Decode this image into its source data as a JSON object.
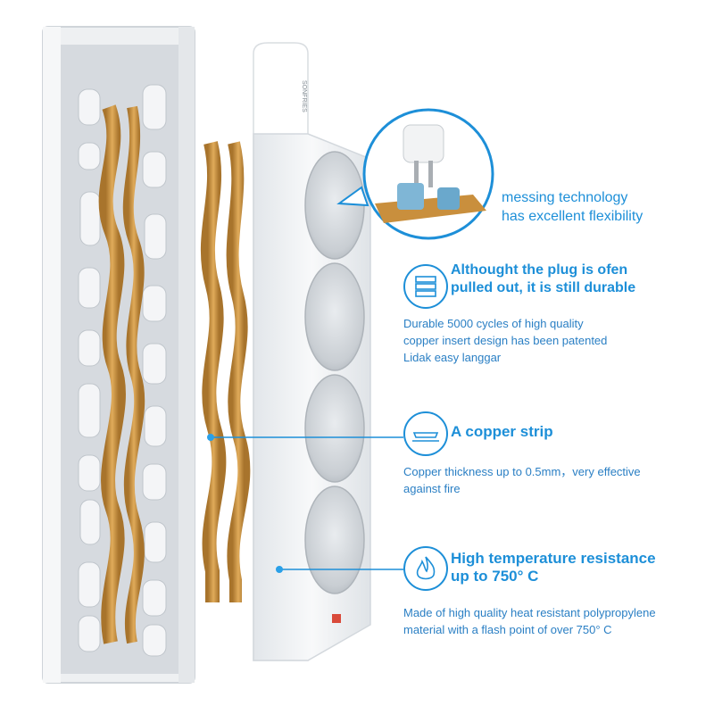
{
  "brand_text": "SONFRIES",
  "accent_color": "#1d8fd8",
  "copper_color": "#c98f3d",
  "features": {
    "messing": {
      "line1": "messing technology",
      "line2": "has excellent flexibility"
    },
    "durable": {
      "icon": "layers-icon",
      "title_line1": "Althought the plug is ofen",
      "title_line2": "pulled out, it is still durable",
      "desc_line1": "Durable 5000 cycles of high quality",
      "desc_line2": "copper insert design has been patented",
      "desc_line3": "Lidak easy langgar"
    },
    "copper": {
      "icon": "copper-strip-icon",
      "title": "A copper strip",
      "desc_line1": "Copper thickness up to 0.5mm，very effective",
      "desc_line2": "against fire"
    },
    "heat": {
      "icon": "flame-icon",
      "title_line1": "High temperature resistance",
      "title_line2": "up to 750° C",
      "desc_line1": "Made of high quality heat resistant polypropylene",
      "desc_line2": "material with a flash point of over  750° C"
    }
  }
}
